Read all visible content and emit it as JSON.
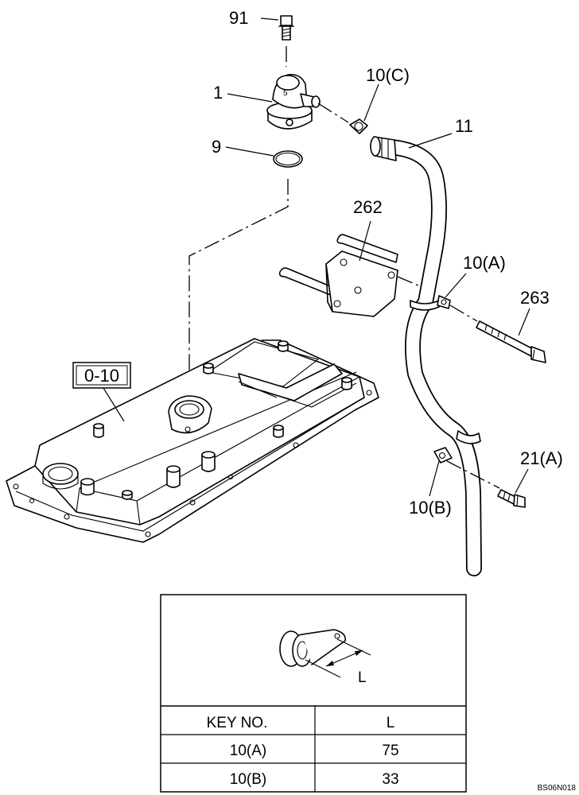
{
  "callouts": {
    "c91": "91",
    "c1": "1",
    "c9": "9",
    "c10c": "10(C)",
    "c11": "11",
    "c262": "262",
    "c10a": "10(A)",
    "c263": "263",
    "c010": "0-10",
    "c21a": "21(A)",
    "c10b": "10(B)"
  },
  "detail": {
    "dimension_label": "L"
  },
  "table": {
    "headers": [
      "KEY NO.",
      "L"
    ],
    "rows": [
      {
        "key": "10(A)",
        "value": "75"
      },
      {
        "key": "10(B)",
        "value": "33"
      }
    ]
  },
  "footer": {
    "drawing_id": "BS06N018"
  }
}
